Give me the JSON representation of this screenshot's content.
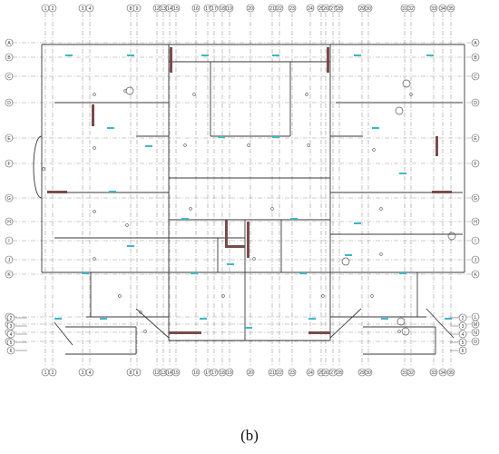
{
  "figure": {
    "caption": "(b)"
  },
  "plan": {
    "top_axis_labels": [
      "1",
      "2",
      "3",
      "4",
      "8",
      "9",
      "12",
      "13",
      "14",
      "15",
      "16",
      "17",
      "17",
      "18",
      "19",
      "20",
      "21",
      "22",
      "23",
      "24",
      "25",
      "26",
      "27",
      "28",
      "29",
      "30",
      "31",
      "32",
      "33",
      "34",
      "35"
    ],
    "bottom_axis_labels": [
      "1",
      "2",
      "3",
      "4",
      "8",
      "9",
      "12",
      "13",
      "14",
      "15",
      "16",
      "17",
      "17",
      "18",
      "19",
      "20",
      "21",
      "22",
      "23",
      "24",
      "25",
      "26",
      "27",
      "28",
      "29",
      "30",
      "31",
      "32",
      "33",
      "34",
      "35"
    ],
    "left_axis_labels": [
      "A",
      "B",
      "C",
      "D",
      "E",
      "F",
      "G",
      "H",
      "I",
      "J",
      "K",
      "L",
      "M",
      "N",
      "O"
    ],
    "legend_left_labels": [
      "2",
      "3",
      "4",
      "5",
      "6"
    ],
    "legend_right_labels": [
      "2",
      "3",
      "4",
      "5",
      "6"
    ],
    "colors": {
      "grid_line": "#9a9a9a",
      "wall": "#3a3a3a",
      "wall_hatch": "#7a4b4b",
      "cyan_tag": "#3fb6c8",
      "bubble": "#555555"
    }
  }
}
